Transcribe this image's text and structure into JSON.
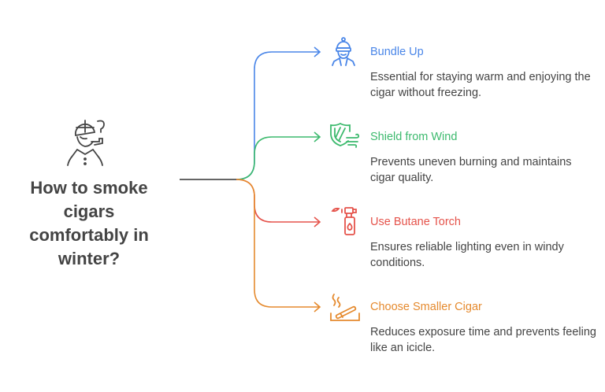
{
  "main_title": "How to smoke cigars comfortably in winter?",
  "main_icon": "man-smoking-pipe-icon",
  "colors": {
    "blue": "#4a86e8",
    "green": "#3dba6e",
    "red": "#e5534b",
    "orange": "#e58a2e",
    "trunk": "#333333"
  },
  "items": [
    {
      "title": "Bundle Up",
      "desc": "Essential for staying warm and enjoying the cigar without freezing.",
      "icon": "person-winter-hat-icon",
      "color": "#4a86e8"
    },
    {
      "title": "Shield from Wind",
      "desc": "Prevents uneven burning and maintains cigar quality.",
      "icon": "shield-wind-icon",
      "color": "#3dba6e"
    },
    {
      "title": "Use Butane Torch",
      "desc": "Ensures reliable lighting even in windy conditions.",
      "icon": "torch-lighter-icon",
      "color": "#e5534b"
    },
    {
      "title": "Choose Smaller Cigar",
      "desc": "Reduces exposure time and prevents feeling like an icicle.",
      "icon": "cigar-ashtray-icon",
      "color": "#e58a2e"
    }
  ]
}
